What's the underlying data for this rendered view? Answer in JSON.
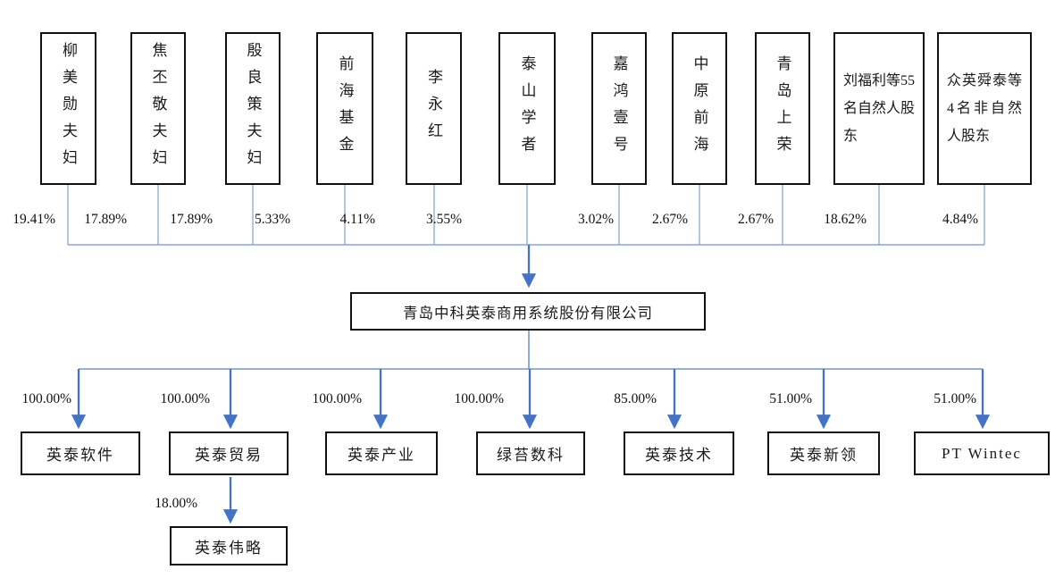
{
  "diagram": {
    "title_hidden": "",
    "company": {
      "name": "青岛中科英泰商用系统股份有限公司"
    },
    "shareholders": [
      {
        "name": "柳美勋夫妇",
        "percent": "19.41%"
      },
      {
        "name": "焦丕敬夫妇",
        "percent": "17.89%"
      },
      {
        "name": "殷良策夫妇",
        "percent": "17.89%"
      },
      {
        "name": "前海基金",
        "percent": "5.33%"
      },
      {
        "name": "李永红",
        "percent": "4.11%"
      },
      {
        "name": "泰山学者",
        "percent": "3.55%"
      },
      {
        "name": "嘉鸿壹号",
        "percent": "3.02%"
      },
      {
        "name": "中原前海",
        "percent": "2.67%"
      },
      {
        "name": "青岛上荣",
        "percent": "2.67%"
      },
      {
        "name": "刘福利等55名自然人股东",
        "percent": "18.62%"
      },
      {
        "name": "众英舜泰等4名非自然人股东",
        "percent": "4.84%"
      }
    ],
    "subsidiaries": [
      {
        "name": "英泰软件",
        "percent": "100.00%"
      },
      {
        "name": "英泰贸易",
        "percent": "100.00%"
      },
      {
        "name": "英泰产业",
        "percent": "100.00%"
      },
      {
        "name": "绿苔数科",
        "percent": "100.00%"
      },
      {
        "name": "英泰技术",
        "percent": "85.00%"
      },
      {
        "name": "英泰新领",
        "percent": "51.00%"
      },
      {
        "name": "PT Wintec",
        "percent": "51.00%"
      }
    ],
    "sub_subsidiary": {
      "name": "英泰伟略",
      "percent": "18.00%",
      "parent": "英泰贸易"
    },
    "colors": {
      "box_border": "#111111",
      "arrow_blue": "#4472c4",
      "thin_line_blue": "#8ca9ce",
      "background": "#ffffff"
    }
  }
}
